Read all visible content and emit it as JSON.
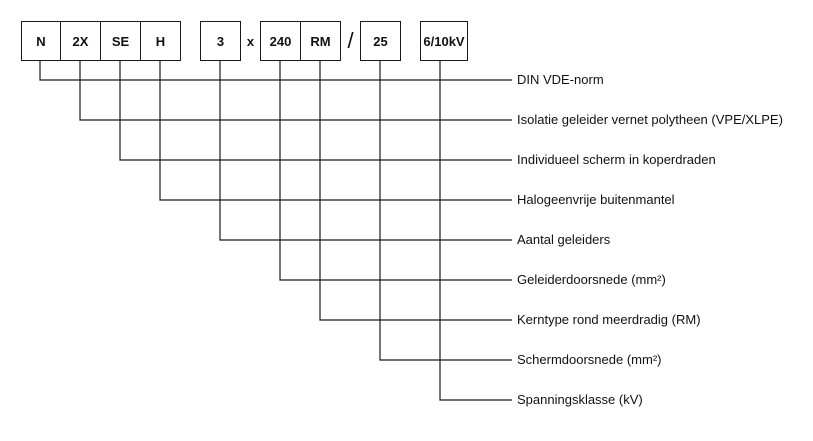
{
  "code_segments": [
    {
      "id": "n",
      "label": "N"
    },
    {
      "id": "2x",
      "label": "2X"
    },
    {
      "id": "se",
      "label": "SE"
    },
    {
      "id": "h",
      "label": "H"
    },
    {
      "id": "3",
      "label": "3"
    },
    {
      "id": "240",
      "label": "240"
    },
    {
      "id": "rm",
      "label": "RM"
    },
    {
      "id": "25",
      "label": "25"
    },
    {
      "id": "6-10kv",
      "label": "6/10kV"
    }
  ],
  "separators": {
    "times": "x",
    "slash": "/"
  },
  "descriptions": [
    "DIN VDE-norm",
    "Isolatie geleider vernet polytheen (VPE/XLPE)",
    "Individueel scherm in koperdraden",
    "Halogeenvrije buitenmantel",
    "Aantal geleiders",
    "Geleiderdoorsnede (mm²)",
    "Kerntype rond meerdradig (RM)",
    "Schermdoorsnede (mm²)",
    "Spanningsklasse (kV)"
  ],
  "colors": {
    "line": "#1a1a1a",
    "text": "#111111",
    "background": "#ffffff"
  }
}
